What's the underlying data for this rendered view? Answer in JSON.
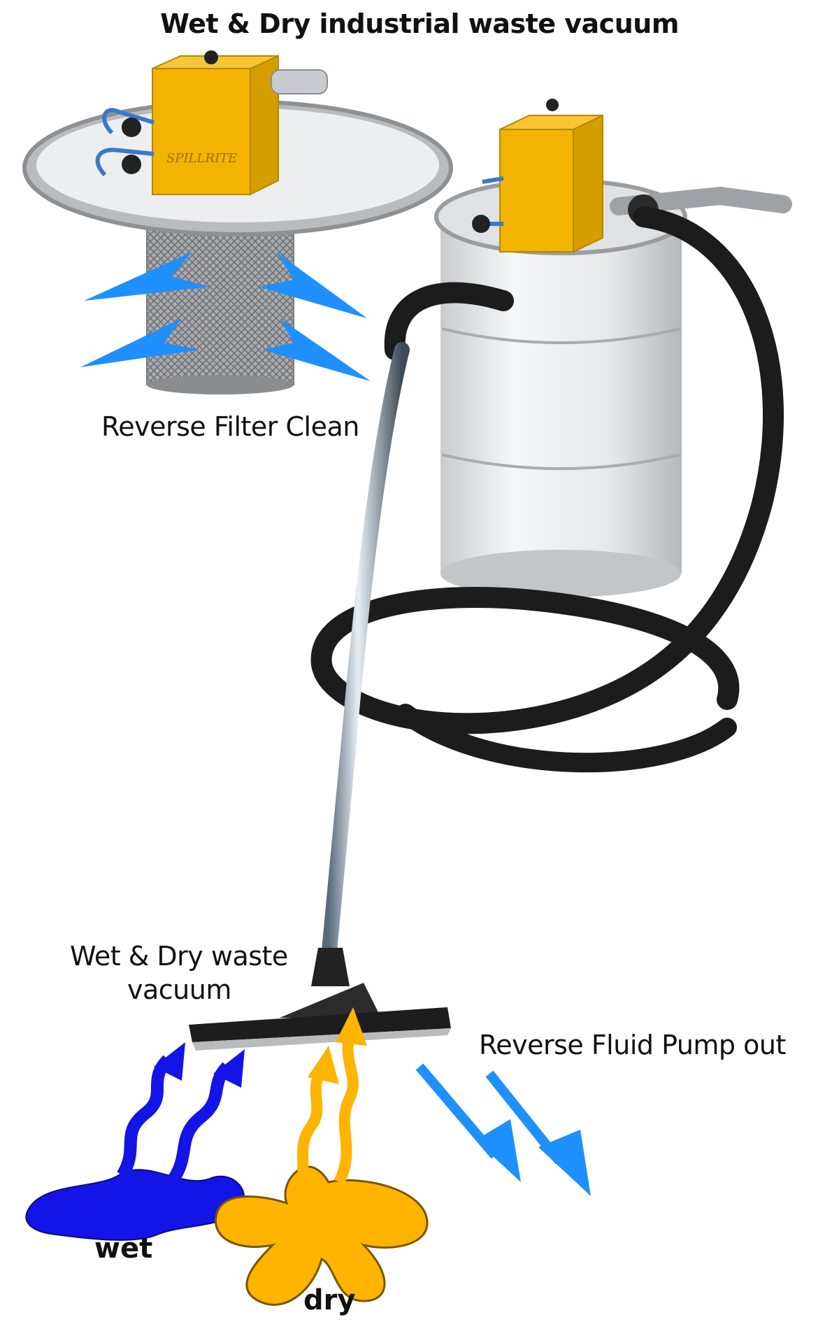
{
  "title": "Wet & Dry industrial waste  vacuum",
  "labels": {
    "reverse_filter_clean": "Reverse Filter Clean",
    "wet_dry_waste_line1": "Wet & Dry waste",
    "wet_dry_waste_line2": "vacuum",
    "reverse_fluid_pump_out": "Reverse Fluid Pump out",
    "wet": "wet",
    "dry": "dry"
  },
  "brand_text": "SPILLRITE",
  "colors": {
    "housing_yellow": "#f2b400",
    "arrow_light_blue": "#1e90ff",
    "wet_blue": "#1414e6",
    "dry_yellow": "#ffb400",
    "hose_black": "#1c1c1c",
    "drum_white": "#eef0f1",
    "filter_grey": "#9a9da0"
  },
  "icons": [
    "filter-arrow-icon",
    "pump-out-arrow-icon",
    "wet-puddle-icon",
    "dry-splat-icon"
  ]
}
